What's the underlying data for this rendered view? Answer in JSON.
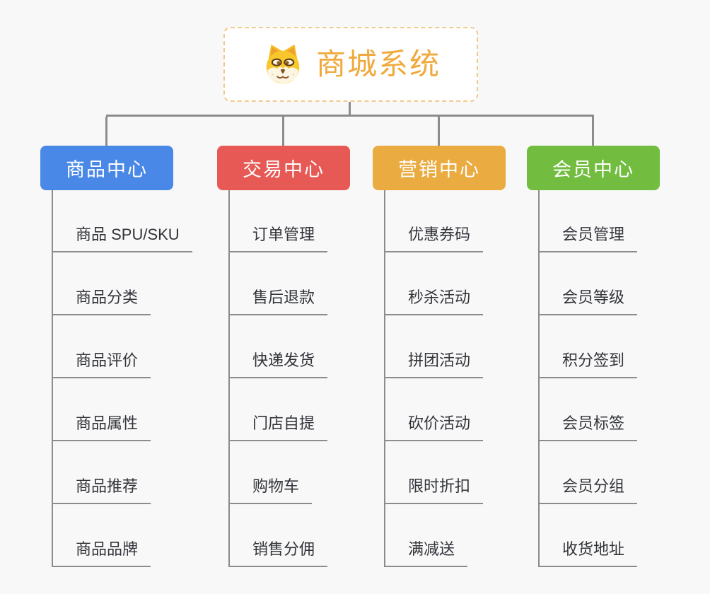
{
  "root": {
    "title": "商城系统",
    "icon": "dog-face-icon",
    "title_color": "#F0A93C",
    "border_color": "#F3C98F"
  },
  "connector_color": "#8C8C8C",
  "background_color": "#F8F8F8",
  "branches": [
    {
      "label": "商品中心",
      "color": "#4A88E8",
      "items": [
        "商品 SPU/SKU",
        "商品分类",
        "商品评价",
        "商品属性",
        "商品推荐",
        "商品品牌"
      ]
    },
    {
      "label": "交易中心",
      "color": "#E65955",
      "items": [
        "订单管理",
        "售后退款",
        "快递发货",
        "门店自提",
        "购物车",
        "销售分佣"
      ]
    },
    {
      "label": "营销中心",
      "color": "#EAAB40",
      "items": [
        "优惠券码",
        "秒杀活动",
        "拼团活动",
        "砍价活动",
        "限时折扣",
        "满减送"
      ]
    },
    {
      "label": "会员中心",
      "color": "#72BD3F",
      "items": [
        "会员管理",
        "会员等级",
        "积分签到",
        "会员标签",
        "会员分组",
        "收货地址"
      ]
    }
  ]
}
